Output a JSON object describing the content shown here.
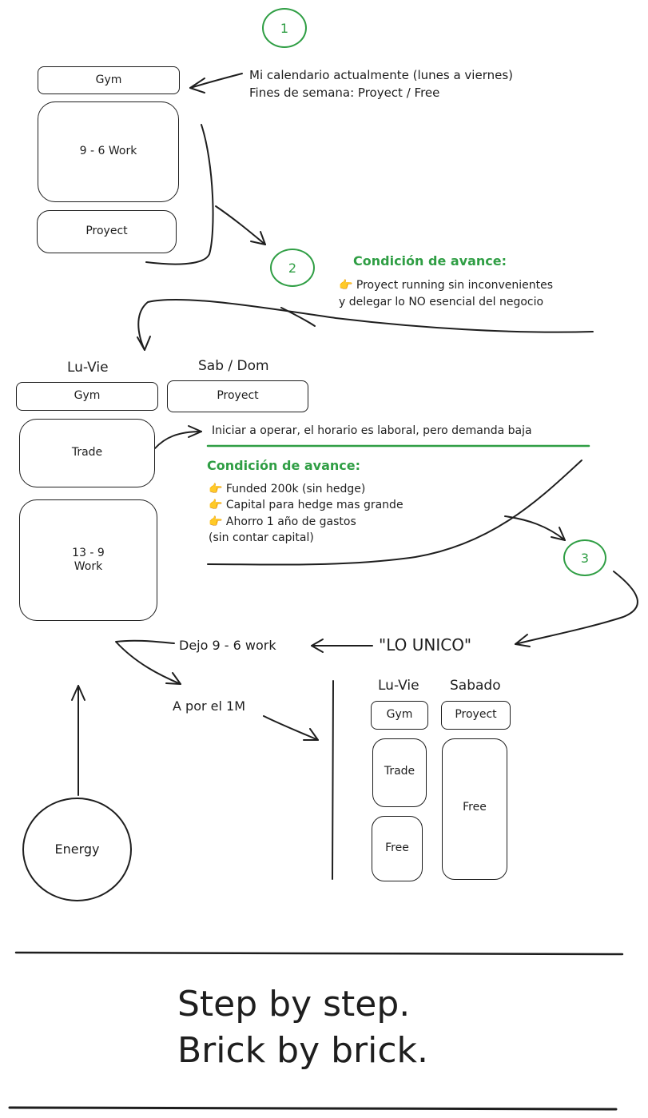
{
  "colors": {
    "ink": "#1e1e1e",
    "accent": "#2f9e44"
  },
  "section1": {
    "step": "1",
    "boxes": {
      "gym": "Gym",
      "work": "9 - 6 Work",
      "proyect": "Proyect"
    },
    "note_line1": "Mi calendario actualmente (lunes a viernes)",
    "note_line2": "Fines de semana: Proyect / Free"
  },
  "section2": {
    "step": "2",
    "condition_title": "Condición de avance:",
    "condition_line1": "👉 Proyect running sin inconvenientes",
    "condition_line2": "y delegar lo NO esencial del negocio",
    "col_weekdays": "Lu-Vie",
    "col_weekend": "Sab / Dom",
    "boxes": {
      "gym": "Gym",
      "proyect": "Proyect",
      "trade": "Trade",
      "work": "13 - 9\nWork"
    },
    "trade_note": "Iniciar a operar, el horario es laboral, pero demanda baja",
    "condition2_title": "Condición de avance:",
    "condition2_items": [
      "👉 Funded 200k (sin hedge)",
      "👉 Capital para hedge mas grande",
      "👉 Ahorro 1 año de gastos"
    ],
    "condition2_footnote": "(sin contar capital)"
  },
  "section3": {
    "step": "3",
    "lo_unico": "\"LO UNICO\"",
    "dejo": "Dejo 9 - 6 work",
    "a_por": "A por el 1M",
    "energy": "Energy",
    "col_weekdays": "Lu-Vie",
    "col_saturday": "Sabado",
    "boxes": {
      "gym": "Gym",
      "trade": "Trade",
      "free_weekday": "Free",
      "proyect": "Proyect",
      "free_saturday": "Free"
    }
  },
  "footer": {
    "motto": "Step by step.\nBrick by brick."
  }
}
